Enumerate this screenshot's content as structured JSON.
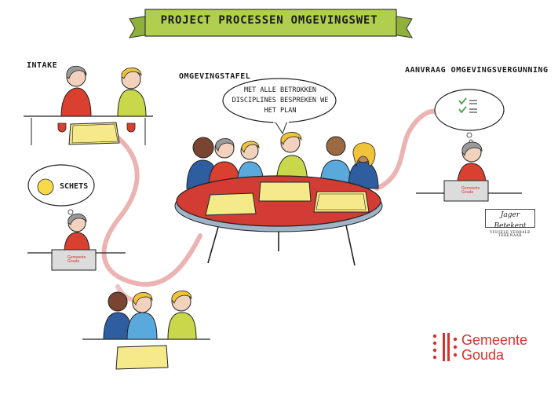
{
  "title": "PROJECT PROCESSEN OMGEVINGSWET",
  "sections": {
    "intake": "INTAKE",
    "omgevingstafel": "OMGEVINGSTAFEL",
    "aanvraag": "AANVRAAG OMGEVINGSVERGUNNING"
  },
  "speech_bubble": {
    "line1": "MET ALLE BETROKKEN",
    "line2": "DISCIPLINES BESPREKEN WE",
    "line3": "HET PLAN"
  },
  "thought_bubble": {
    "text": "SCHETS"
  },
  "laptop_label": {
    "line1": "Gemeente",
    "line2": "Gouda"
  },
  "logo": {
    "line1": "Gemeente",
    "line2": "Gouda"
  },
  "signature": {
    "name": "Jager Betekent",
    "sub": "VISUELE VERBALE TEKENAAR"
  },
  "colors": {
    "banner": "#a9c94a",
    "path": "#e7a0a0",
    "table": "#d33c34",
    "paper": "#f6e98a",
    "brand": "#d9302c"
  }
}
